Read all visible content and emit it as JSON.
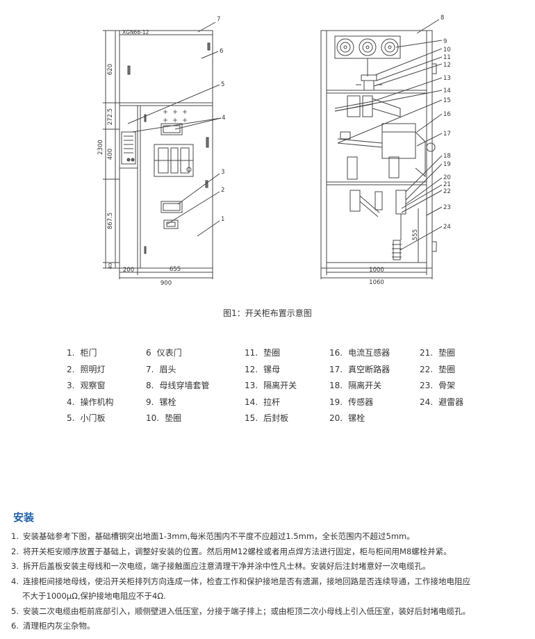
{
  "figure": {
    "left_label": "XGN66-12",
    "dims_left": [
      "620",
      "272.5",
      "400",
      "2300",
      "867.5",
      "40"
    ],
    "dims_bottom_left": [
      "200",
      "655",
      "900"
    ],
    "dims_bottom_right": [
      "1000",
      "1060"
    ],
    "dim_right_inner": "555",
    "callouts_left": [
      "7",
      "6",
      "5",
      "4",
      "3",
      "2",
      "1"
    ],
    "callouts_right": [
      "8",
      "9",
      "10",
      "11",
      "12",
      "13",
      "14",
      "15",
      "16",
      "17",
      "18",
      "19",
      "20",
      "21",
      "22",
      "23",
      "24"
    ]
  },
  "caption": "图1：开关柜布置示意图",
  "parts": [
    [
      {
        "num": "1.",
        "name": "柜门"
      },
      {
        "num": "2.",
        "name": "照明灯"
      },
      {
        "num": "3.",
        "name": "观察窗"
      },
      {
        "num": "4.",
        "name": "操作机构"
      },
      {
        "num": "5.",
        "name": "小门板"
      }
    ],
    [
      {
        "num": "6",
        "name": "仪表门"
      },
      {
        "num": "7.",
        "name": "眉头"
      },
      {
        "num": "8.",
        "name": "母线穿墙套管"
      },
      {
        "num": "9.",
        "name": "镙栓"
      },
      {
        "num": "10.",
        "name": "垫圈"
      }
    ],
    [
      {
        "num": "11.",
        "name": "垫圈"
      },
      {
        "num": "12.",
        "name": "镙母"
      },
      {
        "num": "13.",
        "name": "隔离开关"
      },
      {
        "num": "14.",
        "name": "拉杆"
      },
      {
        "num": "15.",
        "name": "后封板"
      }
    ],
    [
      {
        "num": "16.",
        "name": "电流互感器"
      },
      {
        "num": "17.",
        "name": "真空断路器"
      },
      {
        "num": "18.",
        "name": "隔离开关"
      },
      {
        "num": "19.",
        "name": "传感器"
      },
      {
        "num": "20.",
        "name": "镙栓"
      }
    ],
    [
      {
        "num": "21.",
        "name": "垫圈"
      },
      {
        "num": "22.",
        "name": "垫圈"
      },
      {
        "num": "23.",
        "name": "骨架"
      },
      {
        "num": "24.",
        "name": "避雷器"
      }
    ]
  ],
  "section_title": "安装",
  "steps": [
    {
      "num": "1.",
      "text": "安装基础参考下图，基础槽钢突出地面1-3mm,每米范围内不平度不应超过1.5mm，全长范围内不超过5mm。",
      "cont": ""
    },
    {
      "num": "2.",
      "text": "将开关柜安顺序放置于基础上，调整好安装的位置。然后用M12螺栓或者用点焊方法进行固定，柜与柜间用M8螺栓并紧。",
      "cont": ""
    },
    {
      "num": "3.",
      "text": "拆开后盖板安装主母线和一次电缆，端子接触面应注意清理干净并涂中性凡士林。安装好后注封堵意好一次电缆孔。",
      "cont": ""
    },
    {
      "num": "4.",
      "text": "连接柜间接地母线，使沿开关柜排列方向连成一体，检查工作和保护接地是否有遗漏，接地回路是否连续导通，工作接地电阻应",
      "cont": "不大于1000μΩ,保护接地电阻应不于4Ω."
    },
    {
      "num": "5.",
      "text": "安装二次电缆由柜前底部引入，顺侧壁进入低压室，分接于端子排上；或由柜顶二次小母线上引入低压室，装好后封堵电缆孔。",
      "cont": ""
    },
    {
      "num": "6.",
      "text": "清理柜内灰尘杂物。",
      "cont": ""
    }
  ],
  "colors": {
    "accent": "#1f5fa8",
    "line": "#444444"
  }
}
